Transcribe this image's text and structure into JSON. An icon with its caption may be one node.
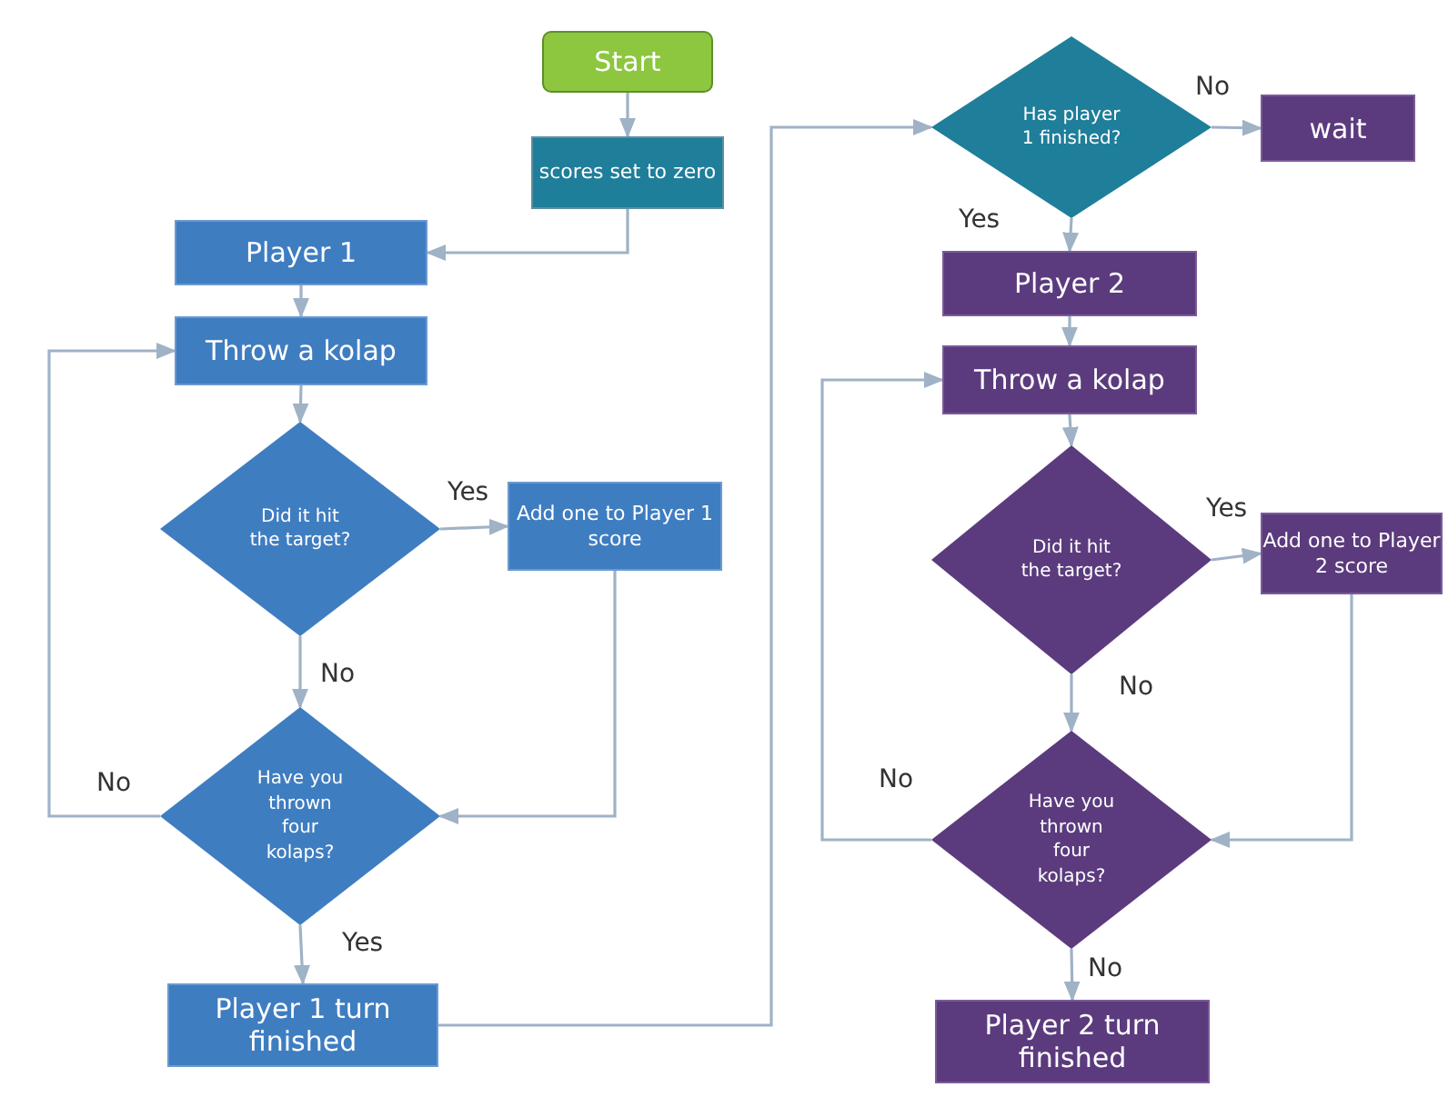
{
  "diagram": {
    "nodes": [
      {
        "text": [
          "Start"
        ]
      },
      {
        "text": [
          "scores set to zero"
        ]
      },
      {
        "text": [
          "Player 1"
        ]
      },
      {
        "text": [
          "Throw a kolap"
        ]
      },
      {
        "text": [
          "Did it hit the target?"
        ]
      },
      {
        "text": [
          "Add one to Player 1 score"
        ]
      },
      {
        "text": [
          "Have you thrown four kolaps?"
        ]
      },
      {
        "text": [
          "Player 1 turn finished"
        ]
      },
      {
        "text": [
          "Has player 1 finished?"
        ]
      },
      {
        "text": [
          "wait"
        ]
      },
      {
        "text": [
          "Player 2"
        ]
      },
      {
        "text": [
          "Throw a kolap"
        ]
      },
      {
        "text": [
          "Did it hit the target?"
        ]
      },
      {
        "text": [
          "Add one to Player 2 score"
        ]
      },
      {
        "text": [
          "Have you thrown four kolaps?"
        ]
      },
      {
        "text": [
          "Player 2 turn finished"
        ]
      }
    ],
    "edges": [
      {
        "from": 0,
        "to": 1,
        "arrow": "to"
      },
      {
        "from": 1,
        "to": 2,
        "arrow": "to"
      },
      {
        "from": 2,
        "to": 3,
        "arrow": "to"
      },
      {
        "from": 3,
        "to": 4,
        "arrow": "to"
      },
      {
        "from": 4,
        "to": 5,
        "arrow": "to",
        "label": "Yes"
      },
      {
        "from": 4,
        "to": 6,
        "arrow": "to",
        "label": "No"
      },
      {
        "from": 5,
        "to": 6,
        "arrow": "to"
      },
      {
        "from": 6,
        "to": 3,
        "arrow": "to",
        "label": "No"
      },
      {
        "from": 6,
        "to": 7,
        "arrow": "to",
        "label": "Yes"
      },
      {
        "from": 7,
        "to": 8,
        "arrow": "to"
      },
      {
        "from": 8,
        "to": 9,
        "arrow": "to",
        "label": "No"
      },
      {
        "from": 8,
        "to": 10,
        "arrow": "to",
        "label": "Yes"
      },
      {
        "from": 10,
        "to": 11,
        "arrow": "to"
      },
      {
        "from": 11,
        "to": 12,
        "arrow": "to"
      },
      {
        "from": 12,
        "to": 13,
        "arrow": "to",
        "label": "Yes"
      },
      {
        "from": 12,
        "to": 14,
        "arrow": "to",
        "label": "No"
      },
      {
        "from": 13,
        "to": 14,
        "arrow": "to"
      },
      {
        "from": 14,
        "to": 11,
        "arrow": "to",
        "label": "No"
      },
      {
        "from": 14,
        "to": 15,
        "arrow": "to",
        "label": "No"
      }
    ]
  }
}
